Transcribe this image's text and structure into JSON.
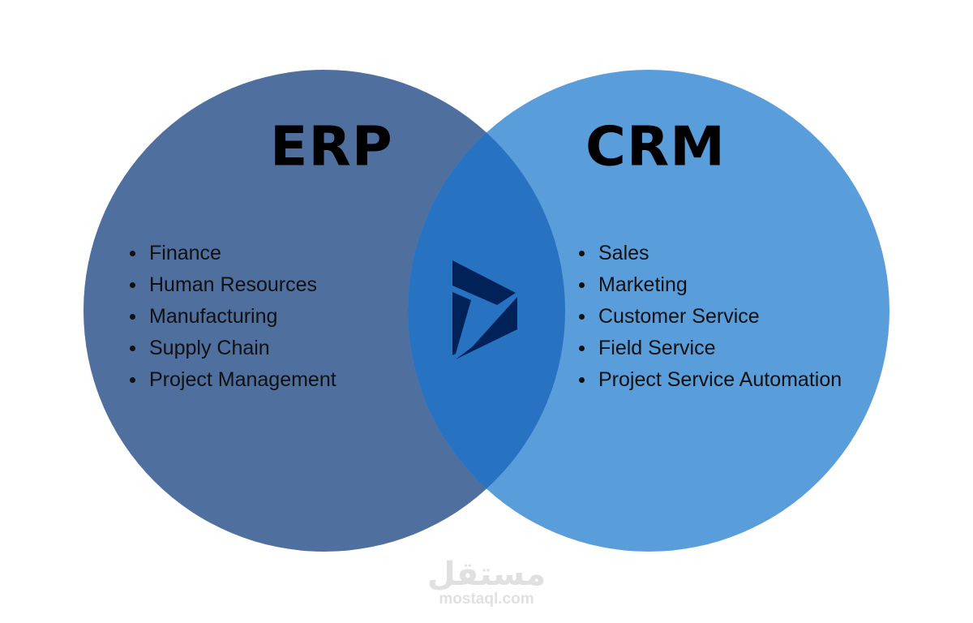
{
  "diagram": {
    "type": "venn",
    "colors": {
      "left_circle": "#4f6f9f",
      "right_circle": "#5a9ddb",
      "overlap": "#2873c1",
      "logo": "#002258",
      "text": "#000000",
      "watermark": "#e0e0e0"
    },
    "left": {
      "title": "ERP",
      "items": [
        "Finance",
        "Human Resources",
        "Manufacturing",
        "Supply Chain",
        "Project Management"
      ]
    },
    "right": {
      "title": "CRM",
      "items": [
        "Sales",
        "Marketing",
        "Customer Service",
        "Field Service",
        "Project Service Automation"
      ]
    },
    "center": {
      "icon": "dynamics-logo-icon"
    }
  },
  "watermark": {
    "arabic": "مستقل",
    "latin": "mostaql.com"
  }
}
